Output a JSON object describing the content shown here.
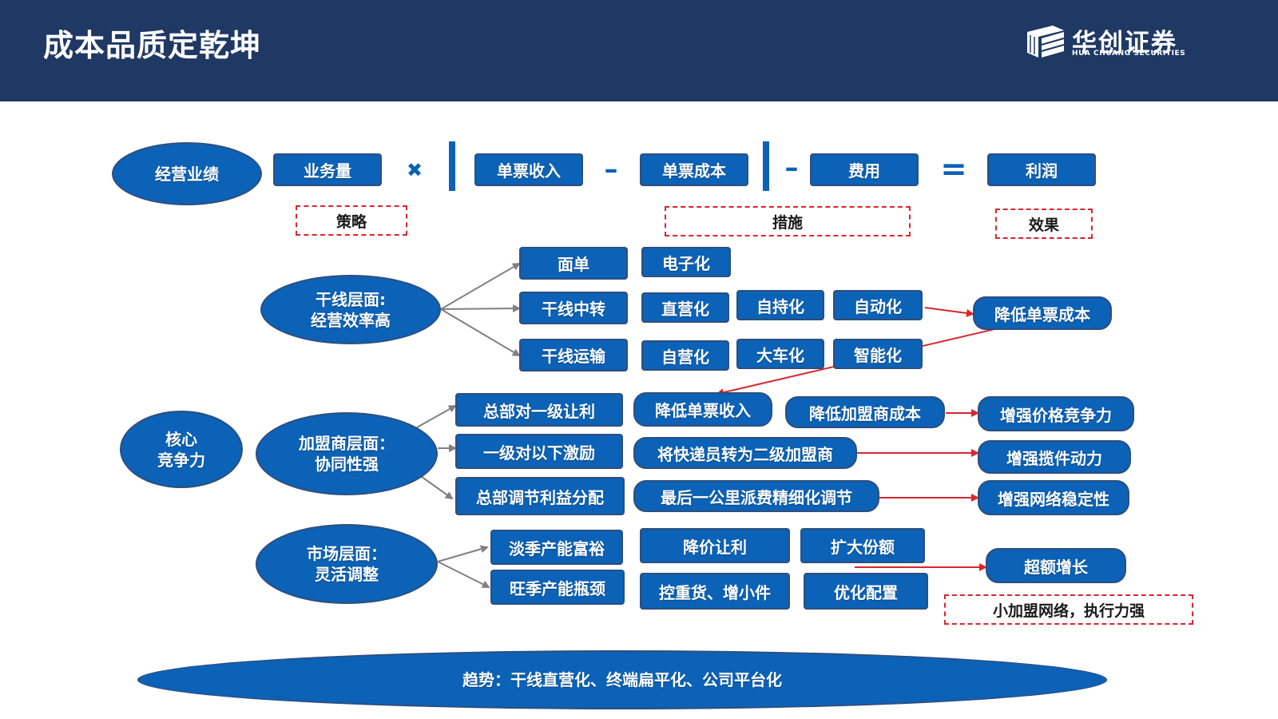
{
  "header": {
    "title": "成本品质定乾坤",
    "logo_cn": "华创证券",
    "logo_en": "HUA CHUANG SECURITIES"
  },
  "formula": {
    "left": "经营业绩",
    "volume": "业务量",
    "times": "✖",
    "revenue": "单票收入",
    "minus1": "–",
    "cost": "单票成本",
    "minus2": "–",
    "expense": "费用",
    "equals": "=",
    "profit": "利润"
  },
  "labels": {
    "strategy": "策略",
    "measures": "措施",
    "effect": "效果"
  },
  "core": {
    "line1": "核心",
    "line2": "竞争力"
  },
  "trunk": {
    "line1": "干线层面:",
    "line2": "经营效率高",
    "items": [
      "面单",
      "干线中转",
      "干线运输"
    ],
    "measures_row1": [
      "电子化"
    ],
    "measures_row2": [
      "直营化",
      "自持化",
      "自动化"
    ],
    "measures_row3": [
      "自营化",
      "大车化",
      "智能化"
    ],
    "result": "降低单票成本"
  },
  "franchise": {
    "line1": "加盟商层面：",
    "line2": "协同性强",
    "items": [
      "总部对一级让利",
      "一级对以下激励",
      "总部调节利益分配"
    ],
    "measure_a": "降低单票收入",
    "measure_b": "降低加盟商成本",
    "measure_c": "将快递员转为二级加盟商",
    "measure_d": "最后一公里派费精细化调节",
    "results": [
      "增强价格竞争力",
      "增强揽件动力",
      "增强网络稳定性"
    ]
  },
  "market": {
    "line1": "市场层面：",
    "line2": "灵活调整",
    "items": [
      "淡季产能富裕",
      "旺季产能瓶颈"
    ],
    "measures": [
      "降价让利",
      "扩大份额",
      "控重货、增小件",
      "优化配置"
    ],
    "result": "超额增长",
    "note": "小加盟网络，执行力强"
  },
  "trend": "趋势：干线直营化、终端扁平化、公司平台化",
  "colors": {
    "header_bg": "#1f3864",
    "box_fill": "#0b62b7",
    "box_border": "#2f4e7c",
    "arrow_red": "#d9262e",
    "connector_gray": "#808080"
  }
}
